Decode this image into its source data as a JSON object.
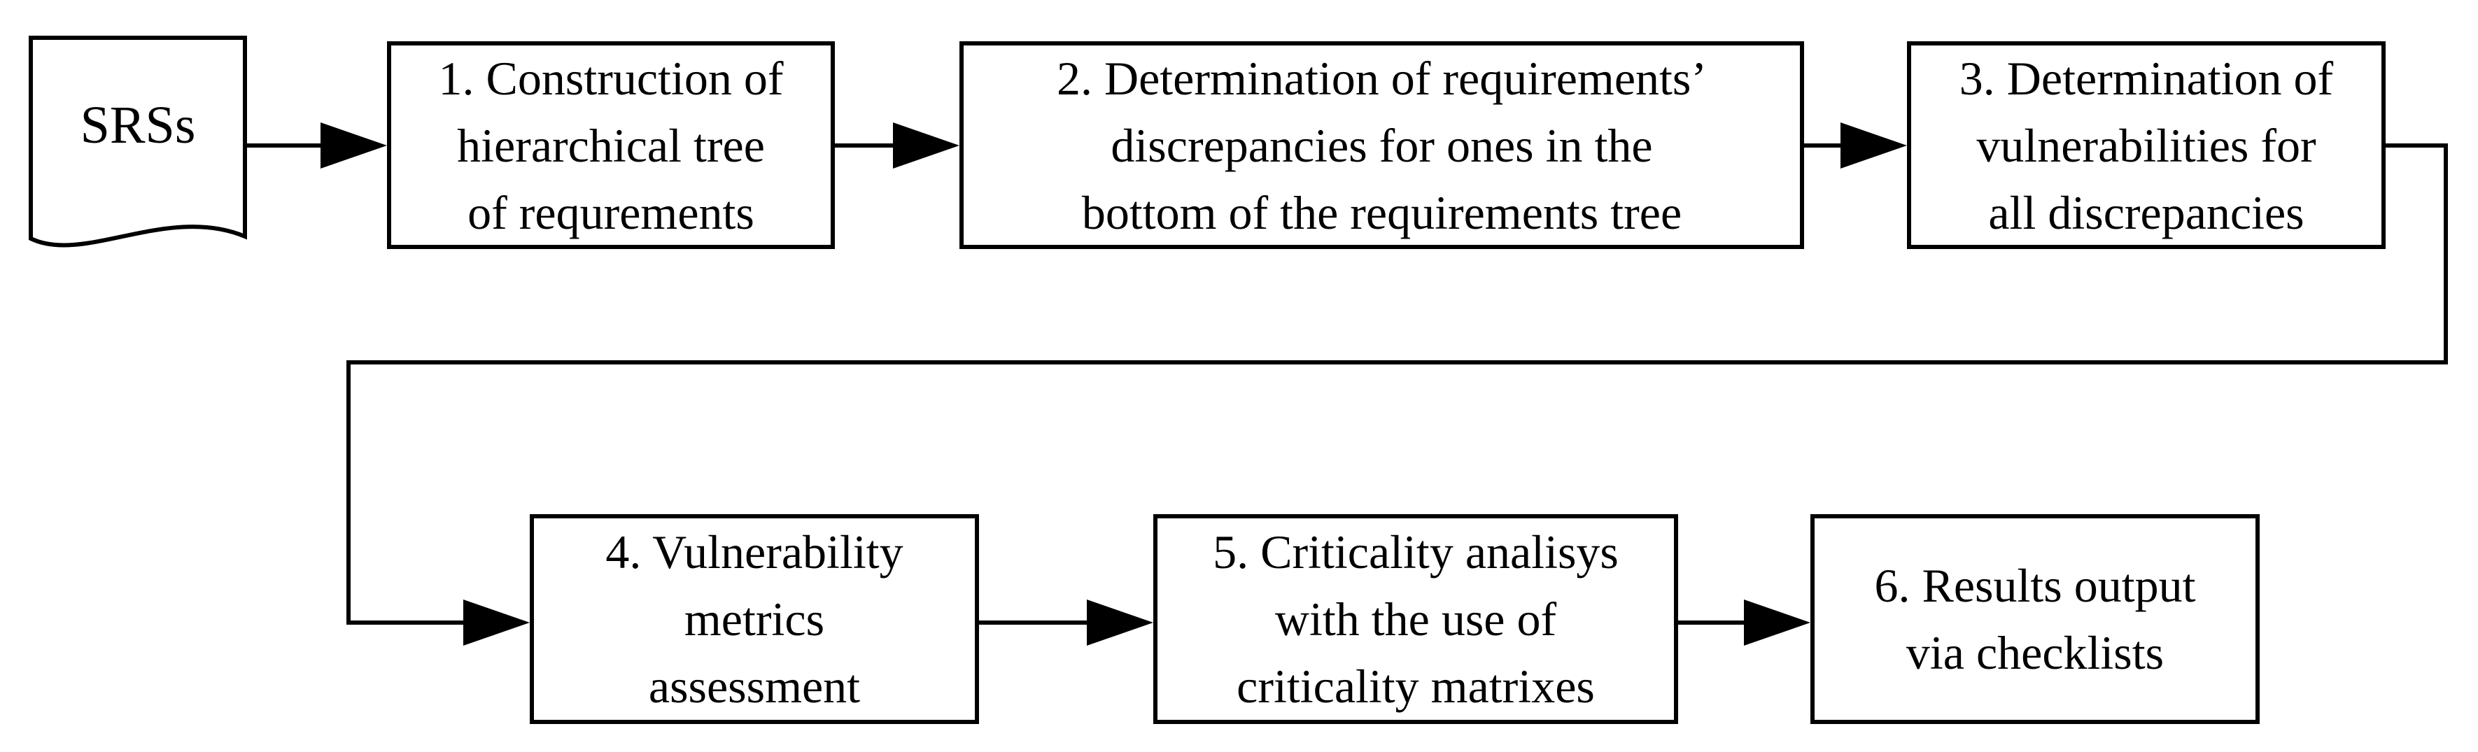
{
  "diagram": {
    "colors": {
      "stroke": "#000000",
      "fill": "#ffffff"
    },
    "nodes": {
      "srs": {
        "shape": "document",
        "label": "SRSs"
      },
      "step1": {
        "shape": "rectangle",
        "label": "1. Construction of\nhierarchical tree\nof requrements"
      },
      "step2": {
        "shape": "rectangle",
        "label": "2. Determination of requirements’\ndiscrepancies for ones in the\nbottom of the requirements tree"
      },
      "step3": {
        "shape": "rectangle",
        "label": "3. Determination of\nvulnerabilities for\nall discrepancies"
      },
      "step4": {
        "shape": "rectangle",
        "label": "4. Vulnerability\nmetrics\nassessment"
      },
      "step5": {
        "shape": "rectangle",
        "label": "5. Criticality analisys\nwith the use of\ncriticality matrixes"
      },
      "step6": {
        "shape": "rectangle",
        "label": "6. Results output\nvia checklists"
      }
    },
    "edges": [
      {
        "from": "srs",
        "to": "step1"
      },
      {
        "from": "step1",
        "to": "step2"
      },
      {
        "from": "step2",
        "to": "step3"
      },
      {
        "from": "step3",
        "to": "step4"
      },
      {
        "from": "step4",
        "to": "step5"
      },
      {
        "from": "step5",
        "to": "step6"
      }
    ]
  }
}
